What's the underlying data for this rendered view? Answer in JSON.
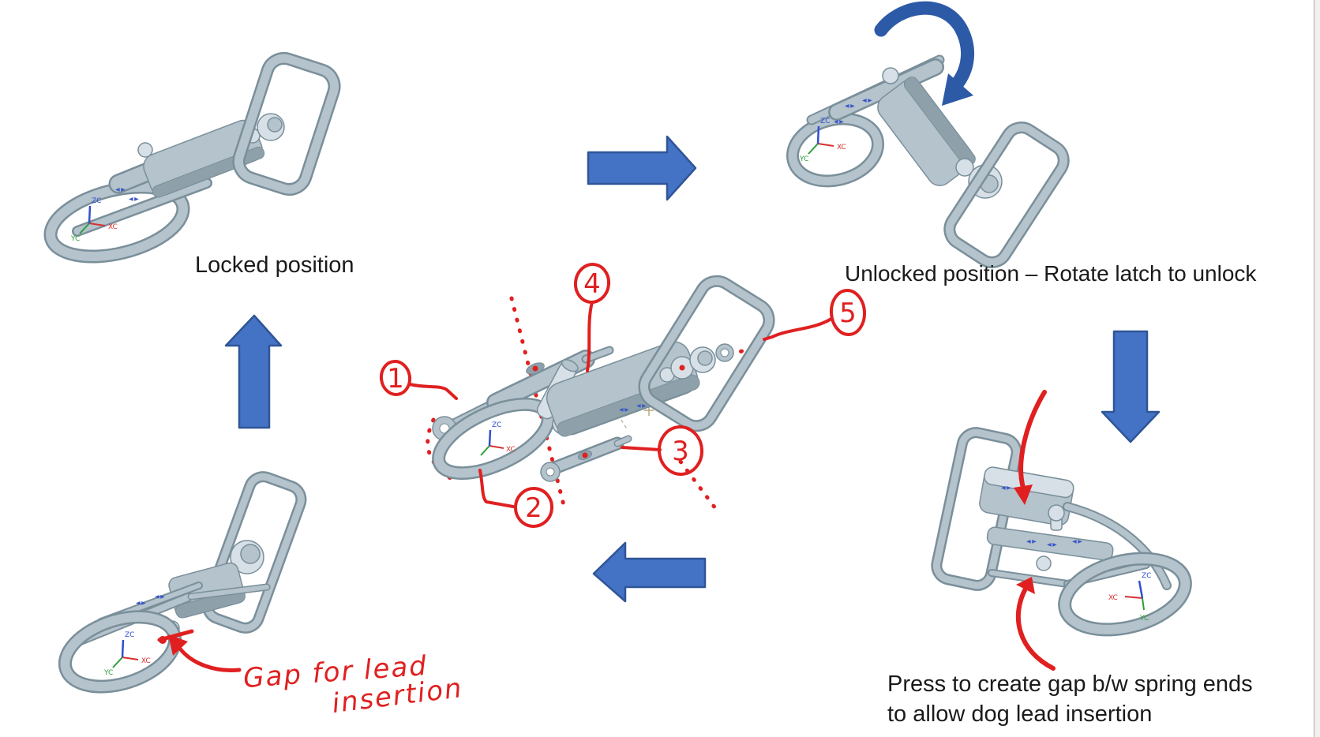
{
  "palette": {
    "flow_arrow_fill": "#4472c4",
    "flow_arrow_border": "#2f5597",
    "rotation_arrow": "#2d5aa6",
    "annotation_red": "#e02020",
    "cad_body": "#b4c3cc",
    "cad_light": "#d6e0e6",
    "cad_dark": "#8ea1ab",
    "cad_edge": "#7a8f9a",
    "axis_x_color": "#d63030",
    "axis_y_color": "#2a9d3a",
    "axis_z_color": "#3050d0",
    "caption_text": "#1a1a1a",
    "gutter_fill": "#f1f1f1",
    "gutter_border": "#ababab"
  },
  "captions": {
    "locked": "Locked position",
    "unlocked": "Unlocked position – Rotate latch to unlock",
    "press_line1": "Press to create gap b/w spring ends",
    "press_line2": "to allow dog lead insertion"
  },
  "handwriting": {
    "gap_line1": "Gap for lead",
    "gap_line2": "insertion"
  },
  "exploded_labels": {
    "l1": "1",
    "l2": "2",
    "l3": "3",
    "l4": "4",
    "l5": "5"
  },
  "triad": {
    "x": "XC",
    "y": "YC",
    "z": "ZC"
  }
}
